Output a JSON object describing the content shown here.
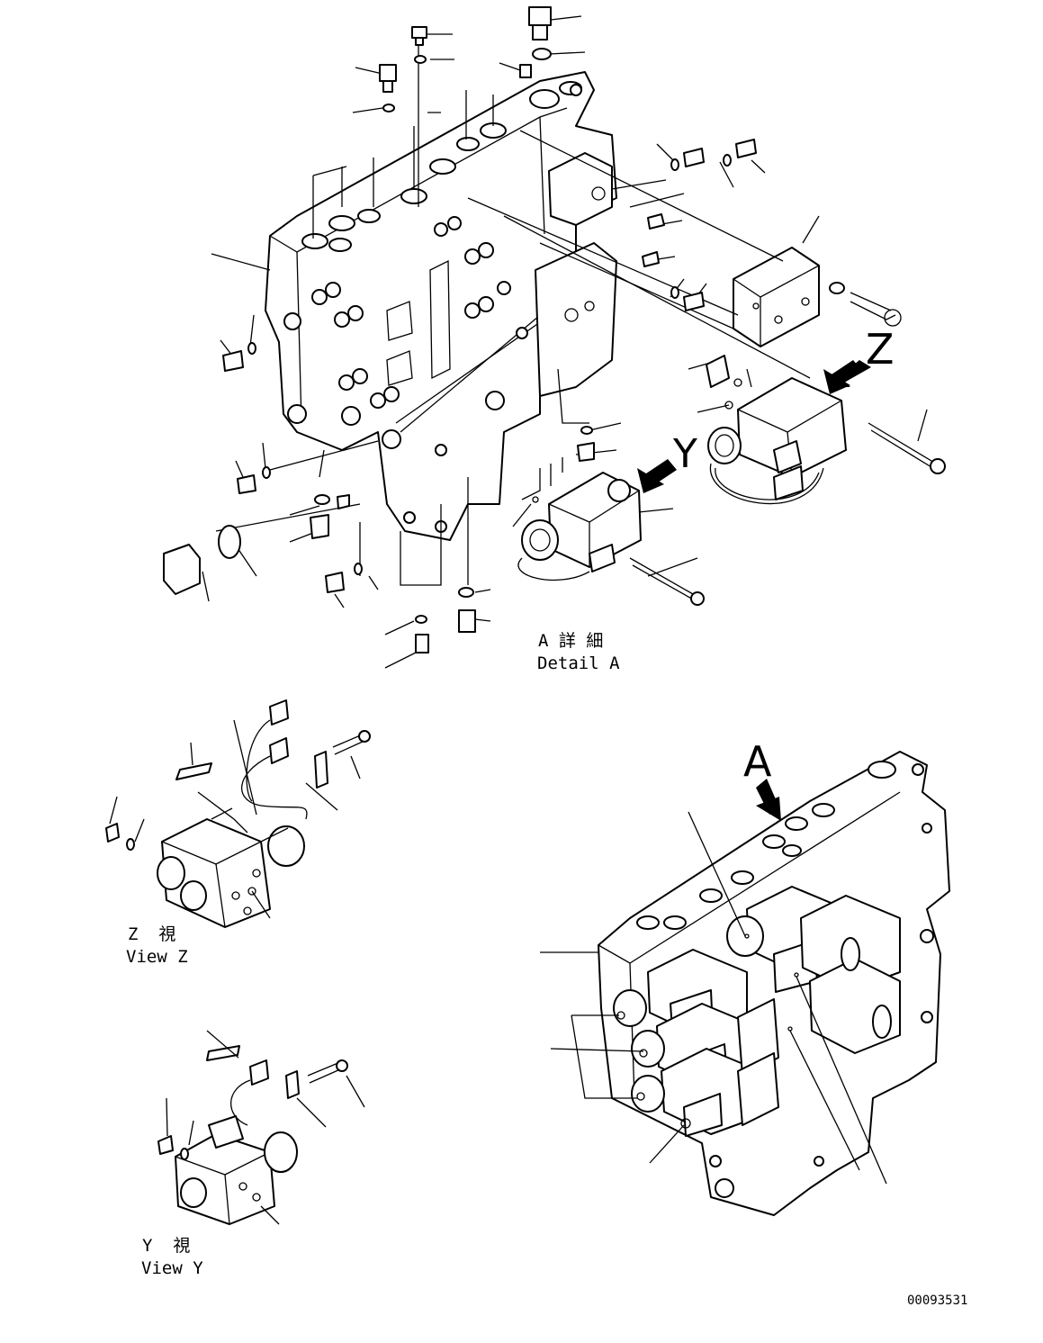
{
  "labels": {
    "detail_a_jp": "A 詳 細",
    "detail_a_en": "Detail A",
    "view_z_jp": "Z  視",
    "view_z_en": "View Z",
    "view_y_jp": "Y  視",
    "view_y_en": "View Y",
    "drawing_number": "00093531"
  },
  "view_arrows": {
    "z": "Z",
    "y": "Y",
    "a": "A"
  },
  "icons": [
    "arrow-z-icon",
    "arrow-y-icon",
    "arrow-a-icon"
  ]
}
